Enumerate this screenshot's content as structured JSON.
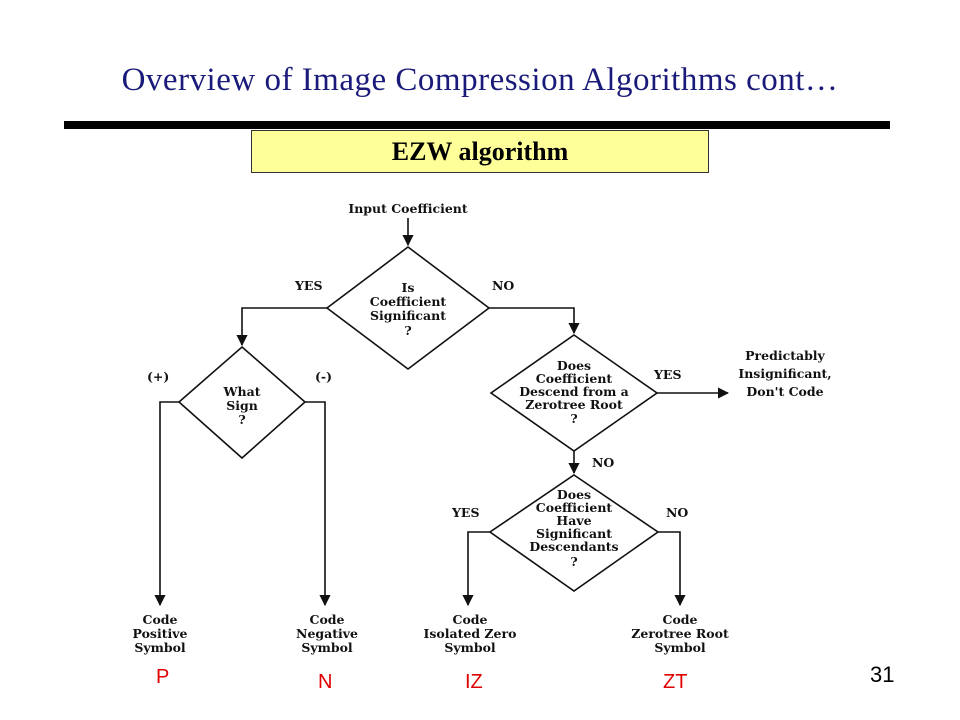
{
  "slide": {
    "title": "Overview of Image Compression Algorithms cont…",
    "subtitle": "EZW algorithm",
    "page_number": "31"
  },
  "flowchart": {
    "start": "Input Coefficient",
    "decisions": {
      "significant": [
        "Is",
        "Coefficient",
        "Significant",
        "?"
      ],
      "sign": [
        "What",
        "Sign",
        "?"
      ],
      "zerotree_desc": [
        "Does",
        "Coefficient",
        "Descend from a",
        "Zerotree Root",
        "?"
      ],
      "sig_desc": [
        "Does",
        "Coefficient",
        "Have",
        "Significant",
        "Descendants",
        "?"
      ]
    },
    "edge_labels": {
      "sig_yes": "YES",
      "sig_no": "NO",
      "sign_pos": "(+)",
      "sign_neg": "(-)",
      "zt_yes": "YES",
      "zt_no": "NO",
      "desc_yes": "YES",
      "desc_no": "NO"
    },
    "outputs": {
      "predictable": [
        "Predictably",
        "Insignificant,",
        "Don't Code"
      ],
      "positive": [
        "Code",
        "Positive",
        "Symbol"
      ],
      "negative": [
        "Code",
        "Negative",
        "Symbol"
      ],
      "isolated": [
        "Code",
        "Isolated Zero",
        "Symbol"
      ],
      "zerotree": [
        "Code",
        "Zerotree Root",
        "Symbol"
      ]
    }
  },
  "symbols": {
    "positive": "P",
    "negative": "N",
    "isolated": "IZ",
    "zerotree": "ZT"
  }
}
